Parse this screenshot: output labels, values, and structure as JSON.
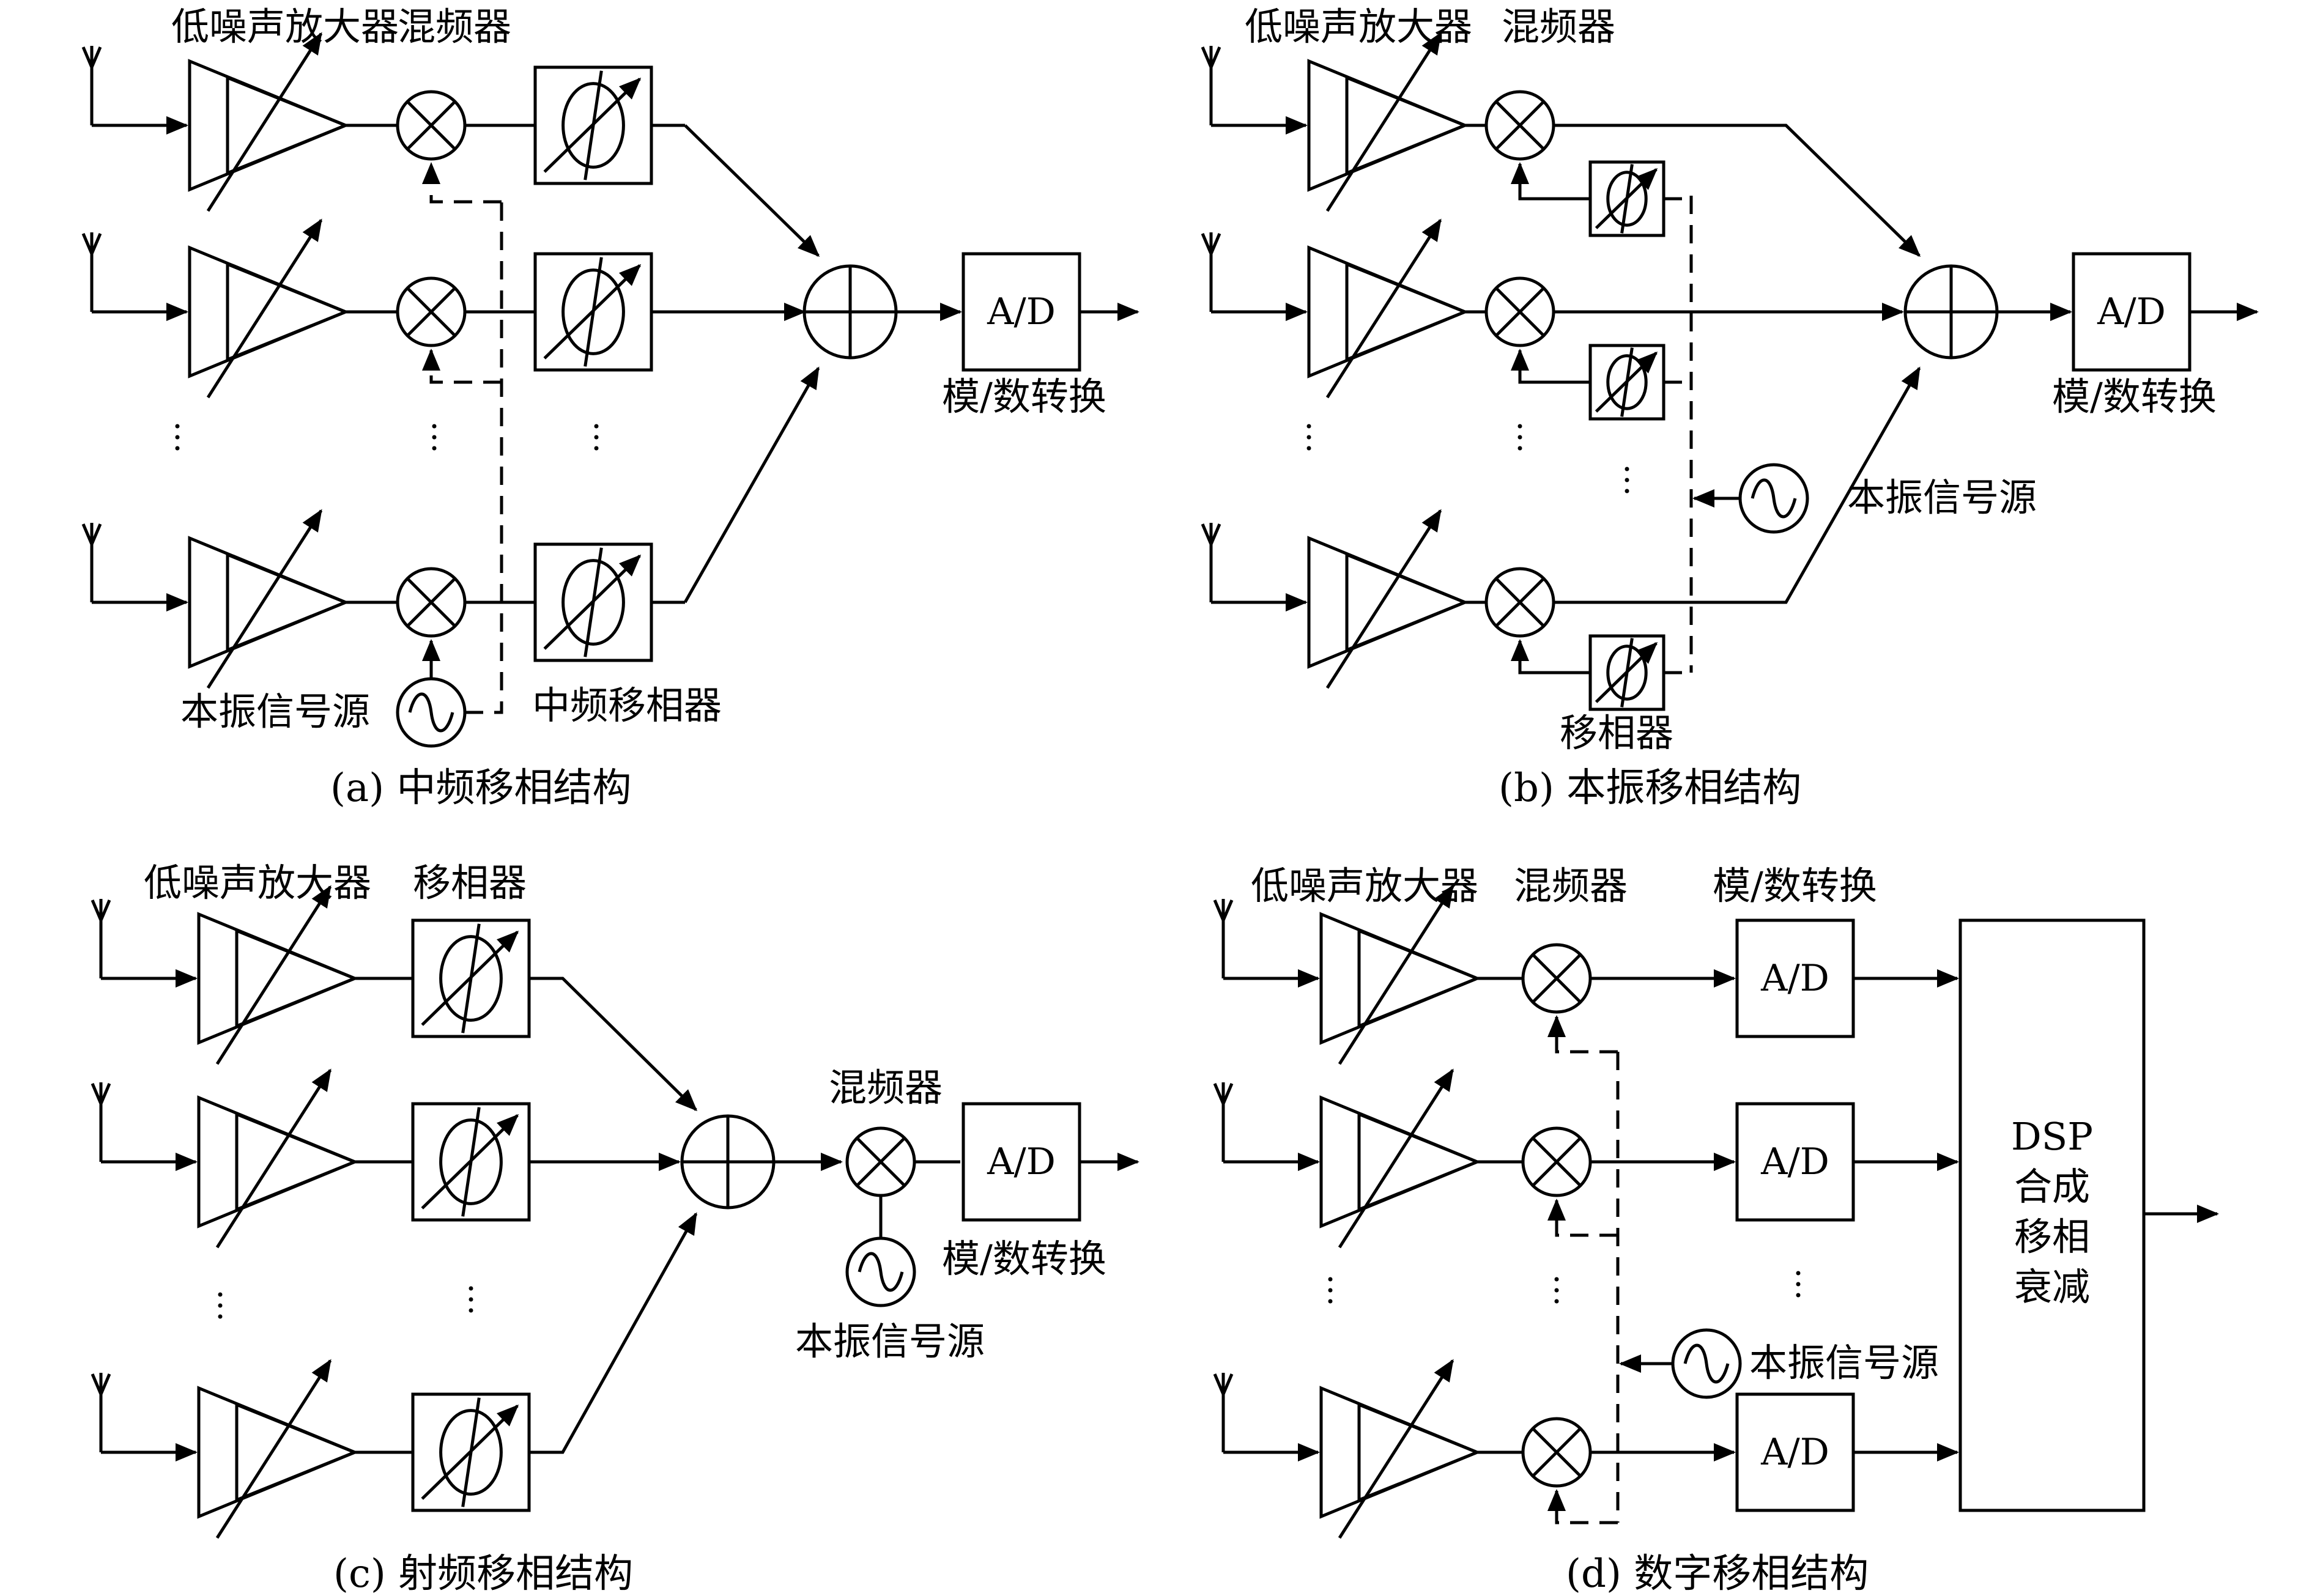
{
  "panels": {
    "a": {
      "caption": "(a) 中频移相结构",
      "lna_label": "低噪声放大器",
      "mixer_label": "混频器",
      "lo_label": "本振信号源",
      "phase_label": "中频移相器",
      "adc": "A/D",
      "adc_label": "模/数转换"
    },
    "b": {
      "caption": "(b) 本振移相结构",
      "lna_label": "低噪声放大器",
      "mixer_label": "混频器",
      "lo_label": "本振信号源",
      "phase_label": "移相器",
      "adc": "A/D",
      "adc_label": "模/数转换"
    },
    "c": {
      "caption": "(c) 射频移相结构",
      "lna_label": "低噪声放大器",
      "phase_label": "移相器",
      "mixer_label": "混频器",
      "lo_label": "本振信号源",
      "adc": "A/D",
      "adc_label": "模/数转换"
    },
    "d": {
      "caption": "(d) 数字移相结构",
      "lna_label": "低噪声放大器",
      "mixer_label": "混频器",
      "adc_label": "模/数转换",
      "lo_label": "本振信号源",
      "adc": "A/D",
      "dsp_lines": [
        "DSP",
        "合成",
        "移相",
        "衰减"
      ]
    }
  },
  "ellipsis": "⋮"
}
